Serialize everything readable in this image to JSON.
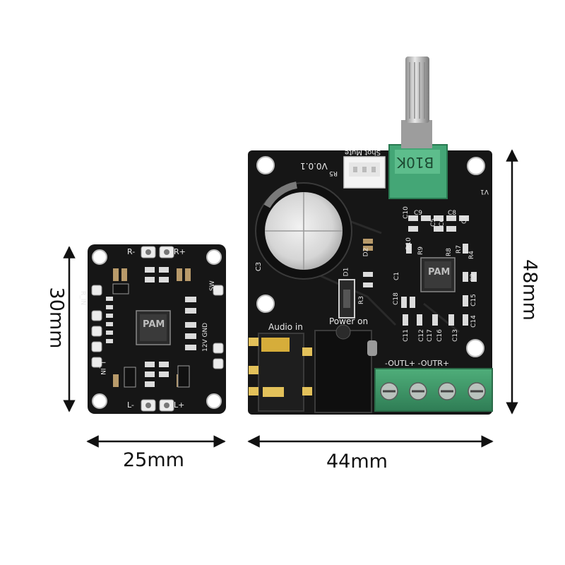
{
  "dimensions": {
    "small_width": "25mm",
    "small_height": "30mm",
    "large_width": "44mm",
    "large_height": "48mm"
  },
  "small_board": {
    "labels": {
      "r_minus": "R-",
      "r_plus": "R+",
      "l_minus": "L-",
      "l_plus": "L+",
      "r_in": "R_IN",
      "l_in": "L_IN",
      "power": "12V GND",
      "sw": "SW"
    },
    "chip_logo": "PAM"
  },
  "large_board": {
    "version": "V0.0.1",
    "mute_label": "Shot Mute",
    "pot_label": "B10K",
    "cap_label": "C3",
    "audio_in": "Audio in",
    "power_on": "Power on",
    "outputs": "-OUTL+  -OUTR+",
    "chip_logo": "PAM",
    "component_labels": [
      "C10",
      "C9",
      "C8",
      "C7",
      "C5",
      "C6",
      "R10",
      "R9",
      "R8",
      "R7",
      "R4",
      "C1",
      "C2",
      "C18",
      "C15",
      "C14",
      "C11",
      "C12",
      "C16",
      "C13",
      "C17",
      "R5",
      "R3",
      "D1",
      "D2",
      "V1"
    ]
  },
  "colors": {
    "background": "#ffffff",
    "pcb": "#161616",
    "terminal": "#3f9a6a",
    "arrow": "#111111"
  }
}
